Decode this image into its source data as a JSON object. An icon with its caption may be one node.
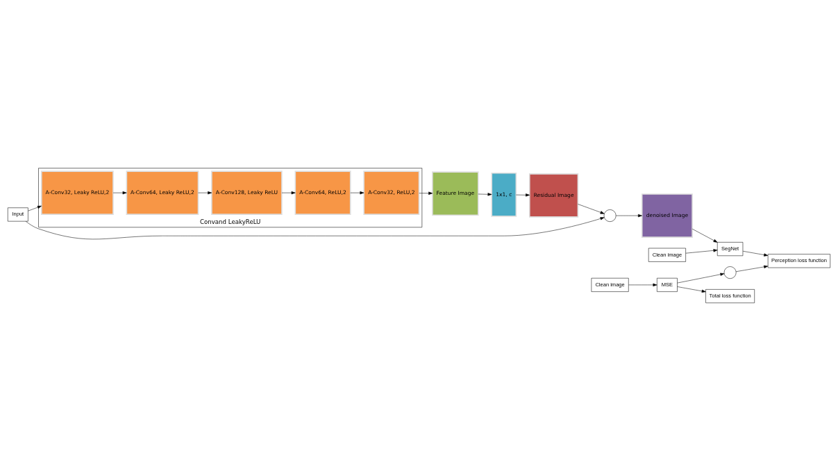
{
  "diagram": {
    "nodes": [
      {
        "text": [
          "Input"
        ]
      },
      {
        "text": [
          "Convand LeakyReLU"
        ]
      },
      {
        "text": [
          "A-Conv32, Leaky ReLU,2"
        ],
        "in": 1
      },
      {
        "text": [
          "A-Conv64, Leaky ReLU,2"
        ],
        "in": 1
      },
      {
        "text": [
          "A-Conv128, Leaky ReLU"
        ],
        "in": 1
      },
      {
        "text": [
          "A-Conv64, ReLU,2"
        ],
        "in": 1
      },
      {
        "text": [
          "A-Conv32, ReLU,2"
        ],
        "in": 1
      },
      {
        "text": [
          "Feature Image"
        ]
      },
      {
        "text": [
          "1x1, c"
        ]
      },
      {
        "text": [
          "Residual Image"
        ]
      },
      {
        "text": [],
        "shape": "circle"
      },
      {
        "text": [
          "denoised Image"
        ]
      },
      {
        "text": [
          "Clean image"
        ]
      },
      {
        "text": [
          "SegNet"
        ]
      },
      {
        "text": [
          "Perception loss function"
        ]
      },
      {
        "text": [
          "Clean image"
        ]
      },
      {
        "text": [],
        "shape": "circle"
      },
      {
        "text": [
          "MSE"
        ]
      },
      {
        "text": [
          "Total loss function"
        ]
      }
    ],
    "edges": [
      {
        "from": 0,
        "to": 2,
        "arrow": "to"
      },
      {
        "from": 2,
        "to": 3,
        "arrow": "to"
      },
      {
        "from": 3,
        "to": 4,
        "arrow": "to"
      },
      {
        "from": 4,
        "to": 5,
        "arrow": "to"
      },
      {
        "from": 5,
        "to": 6,
        "arrow": "to"
      },
      {
        "from": 6,
        "to": 7,
        "arrow": "to"
      },
      {
        "from": 7,
        "to": 8,
        "arrow": "to"
      },
      {
        "from": 8,
        "to": 9,
        "arrow": "to"
      },
      {
        "from": 9,
        "to": 10,
        "arrow": "to"
      },
      {
        "from": 10,
        "to": 11,
        "arrow": "to"
      },
      {
        "from": 0,
        "to": 10,
        "arrow": "to"
      },
      {
        "from": 11,
        "to": 13,
        "arrow": "to"
      },
      {
        "from": 12,
        "to": 13,
        "arrow": "to"
      },
      {
        "from": 13,
        "to": 14,
        "arrow": "to"
      },
      {
        "from": 15,
        "to": 17,
        "arrow": "to"
      },
      {
        "from": 17,
        "to": 16,
        "arrow": "to"
      },
      {
        "from": 16,
        "to": 14,
        "arrow": "to"
      },
      {
        "from": 17,
        "to": 18,
        "arrow": "to"
      }
    ]
  }
}
